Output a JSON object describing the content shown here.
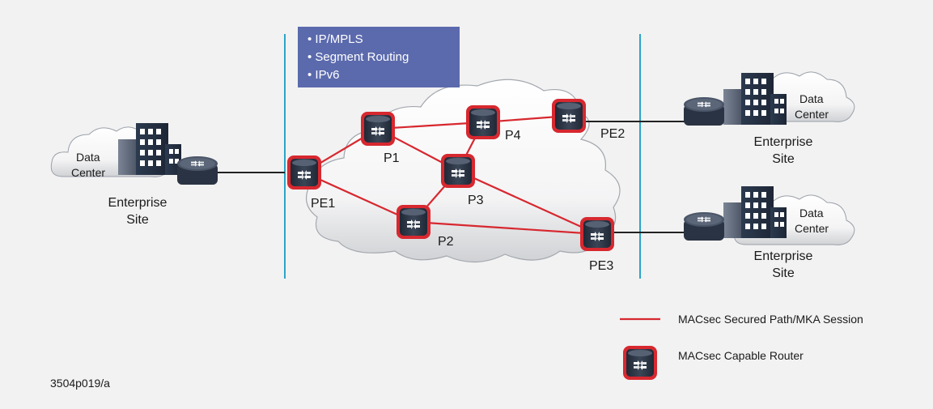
{
  "colors": {
    "background": "#f2f2f2",
    "secure_link": "#d7282f",
    "plain_link": "#222222",
    "boundary_line": "#2aa4c8",
    "callout_bg": "#5b6aad",
    "router_body": "#2b3442",
    "router_ring": "#d7282f"
  },
  "callout": {
    "items": [
      "• IP/MPLS",
      "• Segment Routing",
      "• IPv6"
    ]
  },
  "routers": {
    "PE1": "PE1",
    "P1": "P1",
    "P2": "P2",
    "P3": "P3",
    "P4": "P4",
    "PE2": "PE2",
    "PE3": "PE3"
  },
  "sites": {
    "left": {
      "cloud_line1": "Data",
      "cloud_line2": "Center",
      "site_line1": "Enterprise",
      "site_line2": "Site"
    },
    "right_top": {
      "cloud_line1": "Data",
      "cloud_line2": "Center",
      "site_line1": "Enterprise",
      "site_line2": "Site"
    },
    "right_bottom": {
      "cloud_line1": "Data",
      "cloud_line2": "Center",
      "site_line1": "Enterprise",
      "site_line2": "Site"
    }
  },
  "legend": {
    "secure_path": "MACsec Secured Path/MKA Session",
    "capable_router": "MACsec Capable Router",
    "router_icon": "macsec-router-icon",
    "line_icon": "red-path-line-icon"
  },
  "figure_id": "3504p019/a"
}
